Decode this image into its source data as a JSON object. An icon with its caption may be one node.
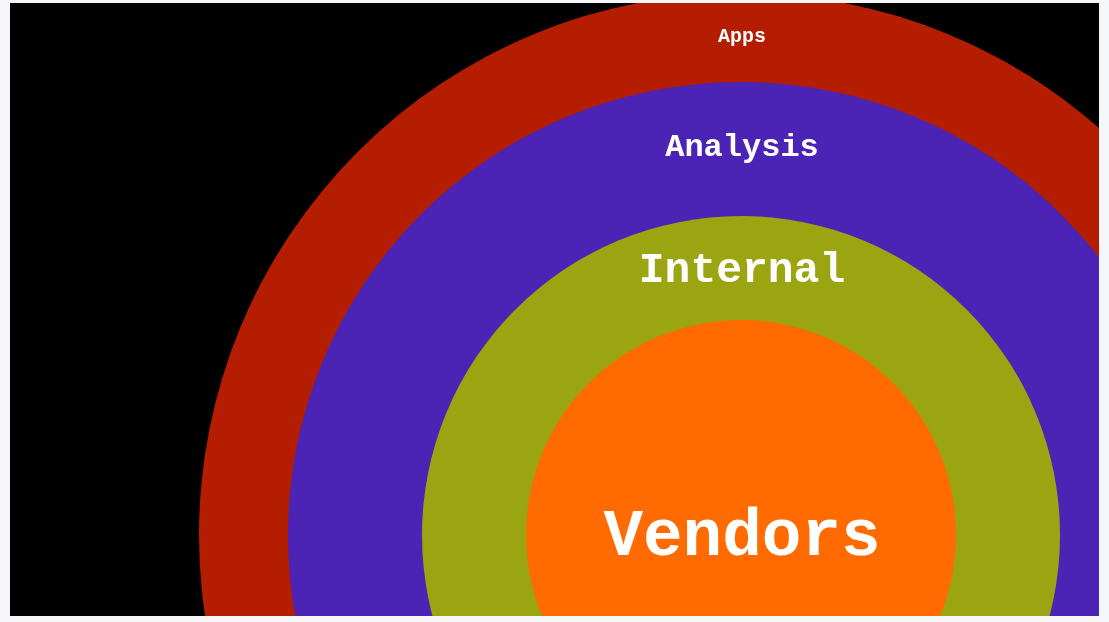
{
  "diagram": {
    "nodes": [
      {
        "text": [
          "Apps"
        ]
      },
      {
        "text": [
          "Analysis"
        ],
        "in": 0
      },
      {
        "text": [
          "Internal"
        ],
        "in": 1
      },
      {
        "text": [
          "Vendors"
        ],
        "in": 2
      }
    ]
  }
}
